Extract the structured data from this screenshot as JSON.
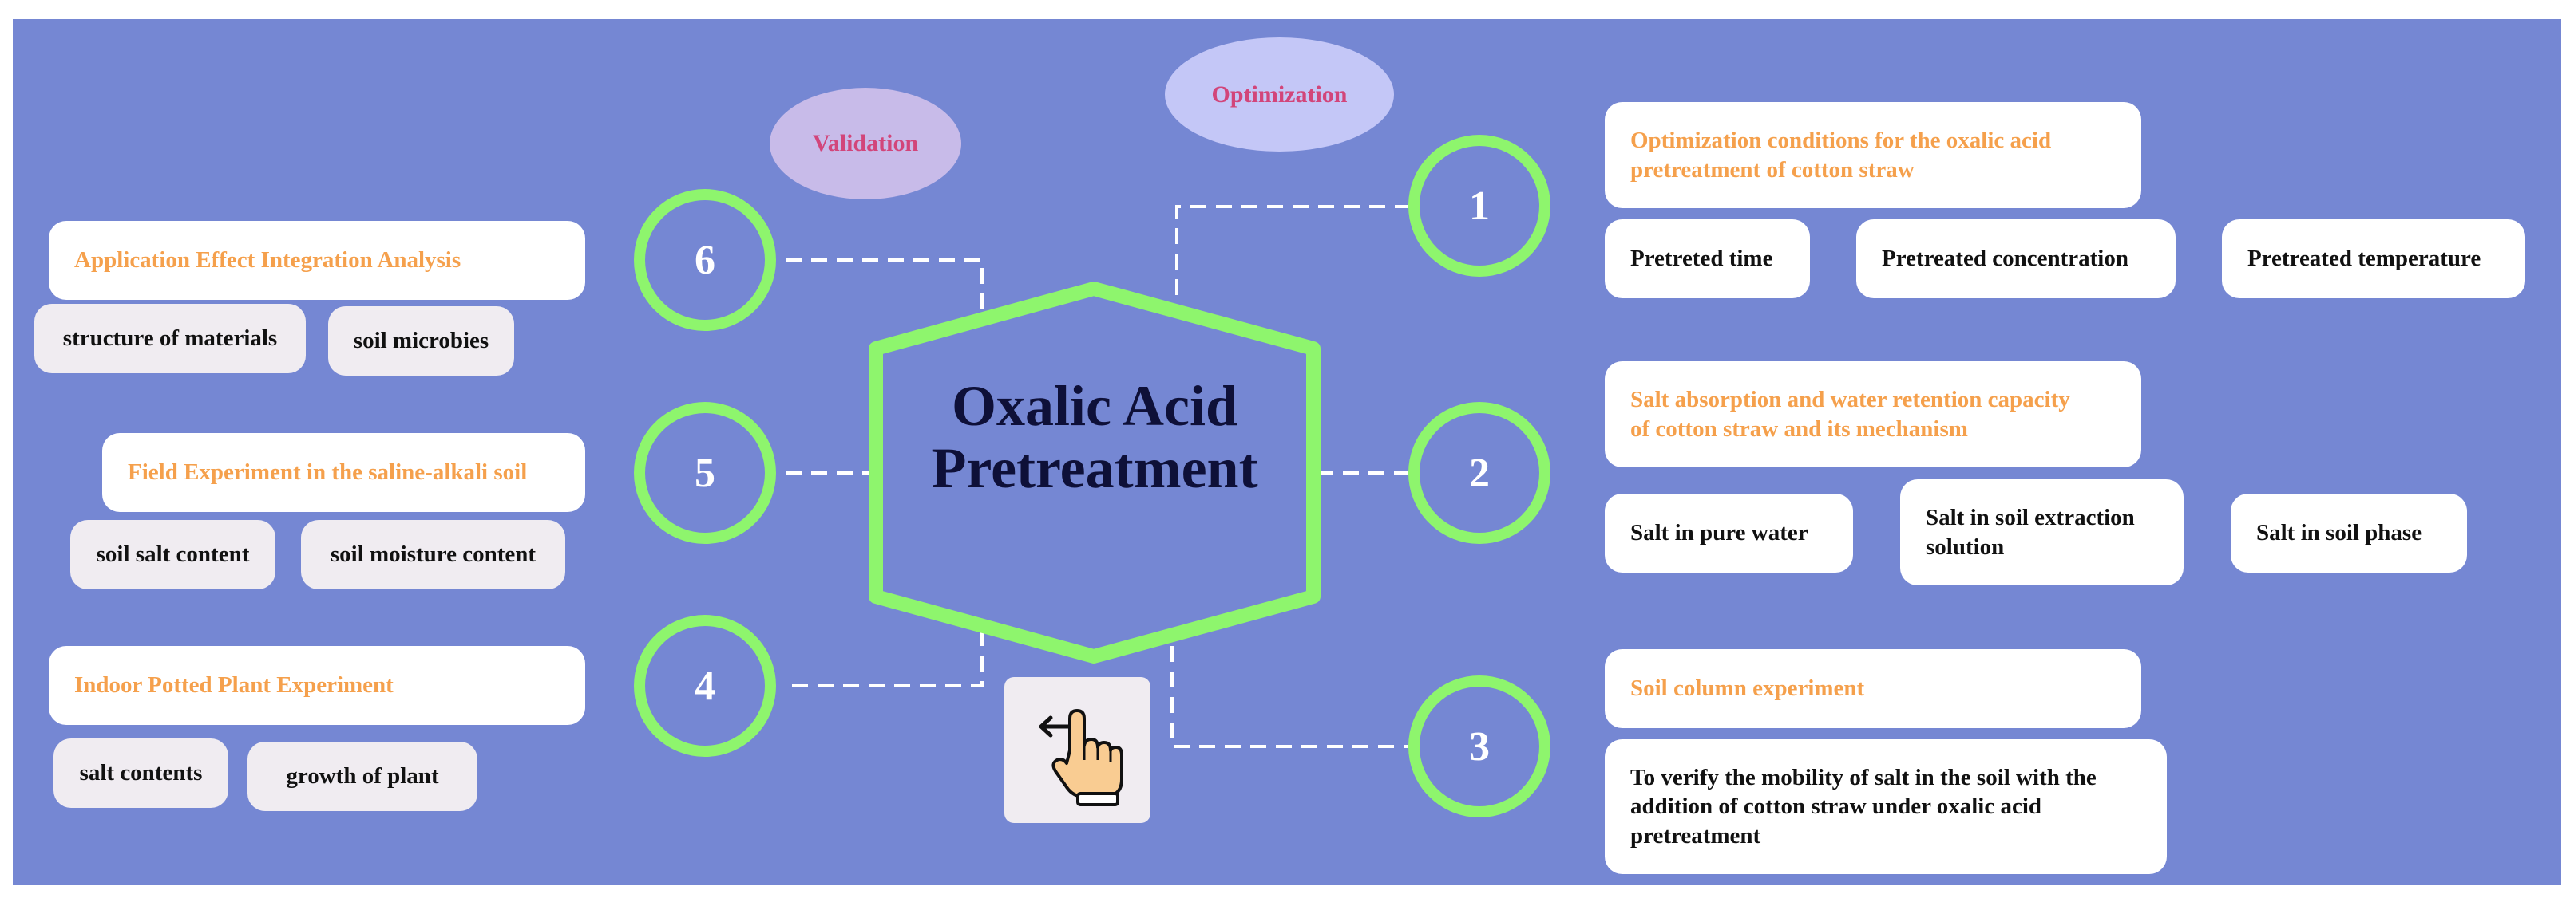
{
  "title": [
    "Oxalic Acid",
    "Pretreatment"
  ],
  "labels": {
    "optimization": "Optimization",
    "validation": "Validation"
  },
  "steps": {
    "s1": {
      "number": "1",
      "heading": [
        "Optimization conditions for the oxalic acid",
        "pretreatment of cotton straw"
      ],
      "items": [
        "Pretreted time",
        "Pretreated concentration",
        "Pretreated temperature"
      ]
    },
    "s2": {
      "number": "2",
      "heading": [
        "Salt absorption and water retention capacity",
        "of cotton straw and its mechanism"
      ],
      "items": [
        "Salt in pure water",
        [
          "Salt in soil extraction",
          "solution"
        ],
        "Salt in soil phase"
      ]
    },
    "s3": {
      "number": "3",
      "heading": "Soil column experiment",
      "detail": [
        "To verify the mobility of salt in the soil with the",
        "addition of cotton straw under oxalic acid",
        "pretreatment"
      ]
    },
    "s4": {
      "number": "4",
      "heading": "Indoor Potted Plant Experiment",
      "items": [
        "salt contents",
        "growth of plant"
      ]
    },
    "s5": {
      "number": "5",
      "heading": "Field Experiment in the saline-alkali soil",
      "items": [
        "soil salt content",
        "soil moisture content"
      ]
    },
    "s6": {
      "number": "6",
      "heading": "Application Effect Integration Analysis",
      "items": [
        "structure of materials",
        "soil microbies"
      ]
    }
  },
  "colors": {
    "background": "#7587d3",
    "ring": "#8ef56d",
    "heading_text": "#f5a04c",
    "label_text": "#d2457a",
    "optimization_fill": "#c4c7f7",
    "validation_fill": "#c8bbe9"
  },
  "icons": {
    "hand": "pointing-hand-left-arrow-icon"
  }
}
